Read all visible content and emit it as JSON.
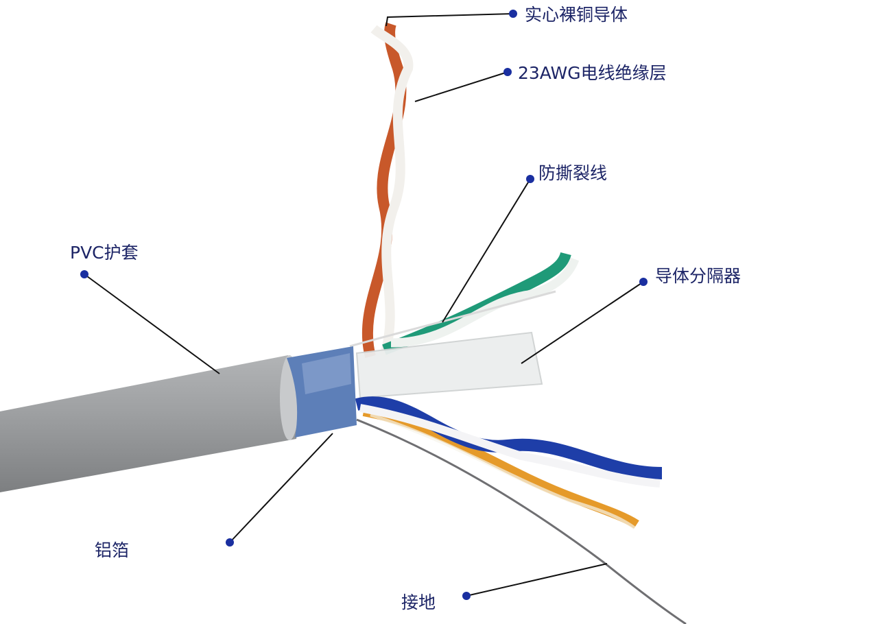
{
  "labels": {
    "conductor": "实心裸铜导体",
    "insulation": "23AWG电线绝缘层",
    "ripcord": "防撕裂线",
    "jacket": "PVC护套",
    "separator": "导体分隔器",
    "foil": "铝箔",
    "ground": "接地"
  },
  "colors": {
    "label_text": "#1c2466",
    "dot": "#1a2fa0",
    "jacket": "#9a9c9e",
    "orange": "#c8582a",
    "green": "#1f9a78",
    "blue": "#1e3ea8",
    "amber": "#e59a2a",
    "foil": "#5d7fb8"
  }
}
